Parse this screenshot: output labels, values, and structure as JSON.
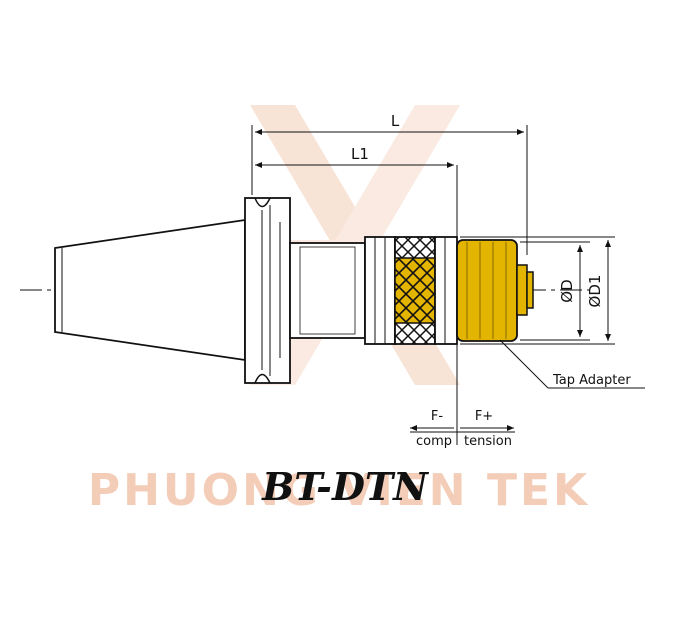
{
  "title": "BT-DTN",
  "watermark": {
    "text": "PHUONG VIEN TEK",
    "color": "#f4cdb8"
  },
  "dimensions": {
    "L": "L",
    "L1": "L1",
    "D": "ØD",
    "D1": "ØD1"
  },
  "callout": {
    "tap_adapter": "Tap Adapter"
  },
  "force": {
    "minus": "F-",
    "plus": "F+",
    "comp": "comp",
    "tension": "tension"
  },
  "colors": {
    "line": "#111111",
    "gold": "#e3b400",
    "gold_dark": "#b38b00",
    "watermark": "#f4cdb8"
  }
}
